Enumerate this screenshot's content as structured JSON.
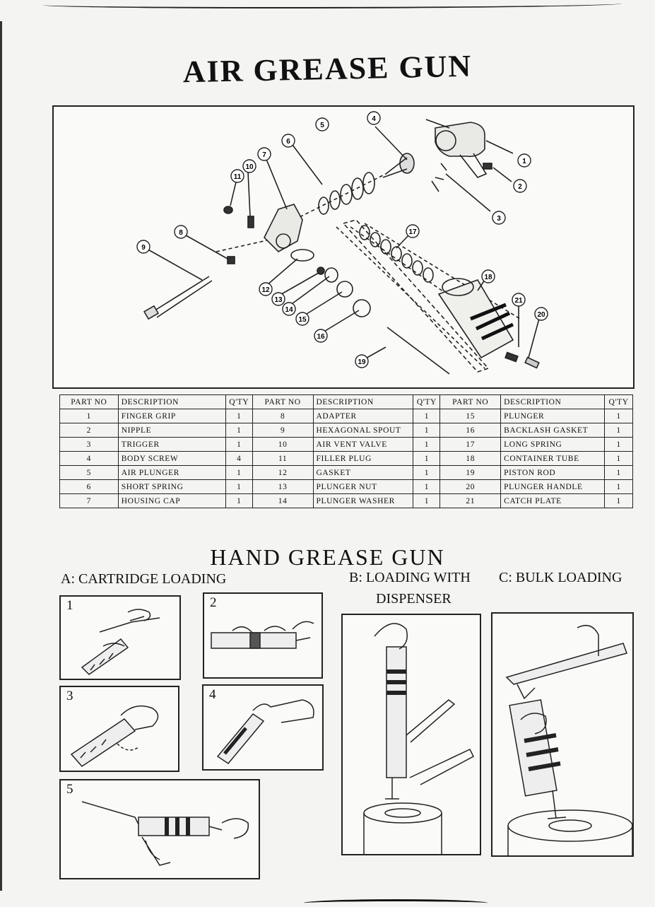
{
  "air": {
    "title": "AIR GREASE GUN",
    "callouts": [
      "1",
      "2",
      "3",
      "4",
      "5",
      "6",
      "7",
      "8",
      "9",
      "10",
      "11",
      "12",
      "13",
      "14",
      "15",
      "16",
      "17",
      "18",
      "19",
      "20",
      "21"
    ],
    "table": {
      "headers": [
        "PART NO",
        "DESCRIPTION",
        "Q'TY",
        "PART NO",
        "DESCRIPTION",
        "Q'TY",
        "PART NO",
        "DESCRIPTION",
        "Q'TY"
      ],
      "rows": [
        [
          "1",
          "FINGER GRIP",
          "1",
          "8",
          "ADAPTER",
          "1",
          "15",
          "PLUNGER",
          "1"
        ],
        [
          "2",
          "NIPPLE",
          "1",
          "9",
          "HEXAGONAL SPOUT",
          "1",
          "16",
          "BACKLASH GASKET",
          "1"
        ],
        [
          "3",
          "TRIGGER",
          "1",
          "10",
          "AIR VENT VALVE",
          "1",
          "17",
          "LONG SPRING",
          "1"
        ],
        [
          "4",
          "BODY SCREW",
          "4",
          "11",
          "FILLER PLUG",
          "1",
          "18",
          "CONTAINER TUBE",
          "1"
        ],
        [
          "5",
          "AIR PLUNGER",
          "1",
          "12",
          "GASKET",
          "1",
          "19",
          "PISTON ROD",
          "1"
        ],
        [
          "6",
          "SHORT SPRING",
          "1",
          "13",
          "PLUNGER NUT",
          "1",
          "20",
          "PLUNGER HANDLE",
          "1"
        ],
        [
          "7",
          "HOUSING CAP",
          "1",
          "14",
          "PLUNGER WASHER",
          "1",
          "21",
          "CATCH PLATE",
          "1"
        ]
      ]
    }
  },
  "hand": {
    "title": "HAND GREASE GUN",
    "section_a": "A: CARTRIDGE LOADING",
    "section_b_line1": "B: LOADING WITH",
    "section_b_line2": "DISPENSER",
    "section_c": "C: BULK LOADING",
    "steps": [
      "1",
      "2",
      "3",
      "4",
      "5"
    ]
  }
}
